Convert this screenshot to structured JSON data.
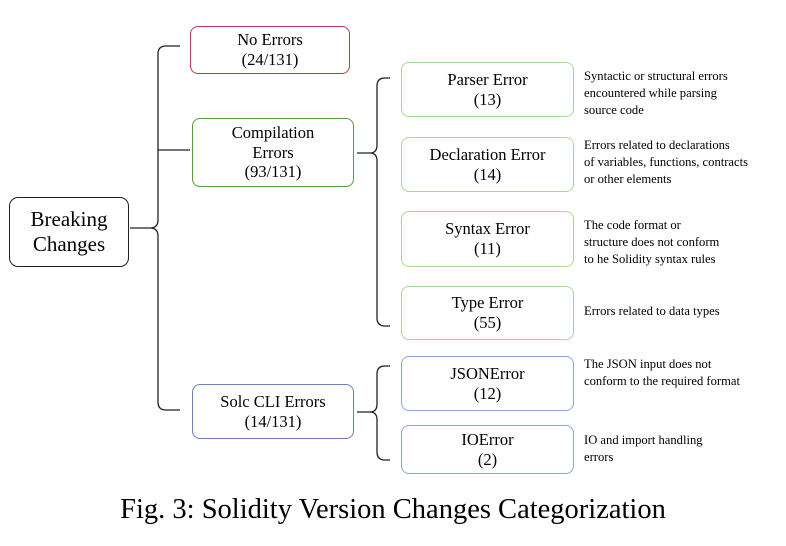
{
  "root": {
    "line1": "Breaking",
    "line2": "Changes"
  },
  "categories": [
    {
      "title": "No Errors",
      "count": "(24/131)"
    },
    {
      "title_line1": "Compilation",
      "title_line2": "Errors",
      "count": "(93/131)"
    },
    {
      "title": "Solc CLI Errors",
      "count": "(14/131)"
    }
  ],
  "compilation_errors": [
    {
      "title": "Parser Error",
      "count": "(13)",
      "description": "Syntactic or structural errors\nencountered while parsing\nsource code"
    },
    {
      "title": "Declaration Error",
      "count": "(14)",
      "description": "Errors related to declarations\nof variables, functions, contracts\nor other elements"
    },
    {
      "title": "Syntax Error",
      "count": "(11)",
      "description": "The code format or\nstructure does not conform\nto he Solidity syntax rules"
    },
    {
      "title": "Type Error",
      "count": "(55)",
      "description": "Errors related to data types"
    }
  ],
  "cli_errors": [
    {
      "title": "JSONError",
      "count": "(12)",
      "description": "The JSON input does not\nconform to the required format"
    },
    {
      "title": "IOError",
      "count": "(2)",
      "description": "IO and import handling\nerrors"
    }
  ],
  "caption": "Fig. 3: Solidity Version Changes Categorization",
  "colors": {
    "no_errors": "#c0394b",
    "compilation": "#5a9a3c",
    "compilation_children": "#a9d69a",
    "cli": "#6b7fc2",
    "cli_children": "#8fa3d6"
  }
}
